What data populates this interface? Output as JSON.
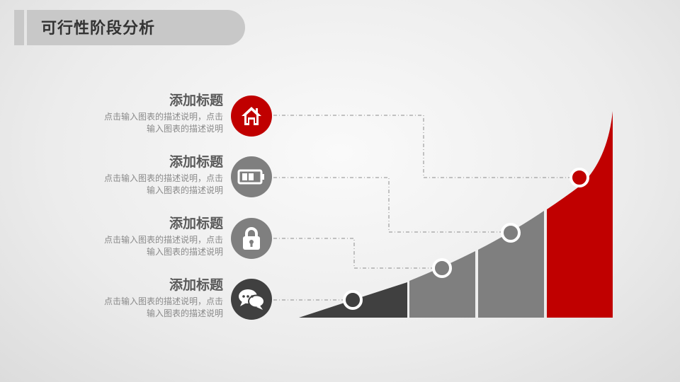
{
  "header": {
    "title": "可行性阶段分析"
  },
  "items": [
    {
      "title": "添加标题",
      "desc_line1": "点击输入图表的描述说明，点击",
      "desc_line2": "输入图表的描述说明",
      "icon": "home-icon",
      "color": "#c00000"
    },
    {
      "title": "添加标题",
      "desc_line1": "点击输入图表的描述说明，点击",
      "desc_line2": "输入图表的描述说明",
      "icon": "battery-icon",
      "color": "#7f7f7f"
    },
    {
      "title": "添加标题",
      "desc_line1": "点击输入图表的描述说明，点击",
      "desc_line2": "输入图表的描述说明",
      "icon": "lock-icon",
      "color": "#7f7f7f"
    },
    {
      "title": "添加标题",
      "desc_line1": "点击输入图表的描述说明，点击",
      "desc_line2": "输入图表的描述说明",
      "icon": "chat-bubbles-icon",
      "color": "#404040"
    }
  ],
  "growth_chart": {
    "stages": [
      {
        "color": "#404040"
      },
      {
        "color": "#7f7f7f"
      },
      {
        "color": "#7f7f7f"
      },
      {
        "color": "#c00000"
      }
    ]
  }
}
